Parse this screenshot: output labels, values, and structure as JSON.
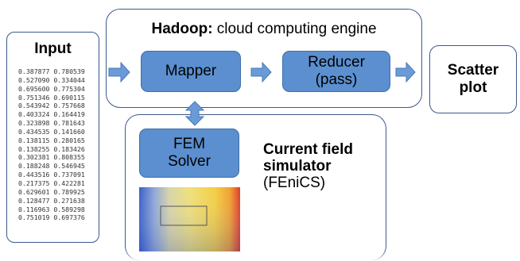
{
  "input": {
    "title": "Input",
    "rows": [
      "0.387877 0.780539",
      "0.527090 0.334044",
      "0.695600 0.775304",
      "0.751346 0.690115",
      "0.543942 0.757668",
      "0.403324 0.164419",
      "0.323898 0.781643",
      "0.434535 0.141660",
      "0.138115 0.280165",
      "0.138255 0.183426",
      "0.302381 0.808355",
      "0.188248 0.546945",
      "0.443516 0.737091",
      "0.217375 0.422281",
      "0.629601 0.789925",
      "0.128477 0.271638",
      "0.116963 0.589298",
      "0.751019 0.697376"
    ]
  },
  "hadoop": {
    "title_bold": "Hadoop:",
    "title_rest": " cloud computing engine",
    "mapper_label": "Mapper",
    "reducer_line1": "Reducer",
    "reducer_line2": "(pass)"
  },
  "output": {
    "line1": "Scatter",
    "line2": "plot"
  },
  "simulator": {
    "solver_line1": "FEM",
    "solver_line2": "Solver",
    "label_line1": "Current field",
    "label_line2": "simulator",
    "label_line3": "(FEniCS)"
  },
  "colors": {
    "node_fill": "#5b8fcf",
    "arrow_fill": "#6a9bd8",
    "border": "#3a5a8c"
  }
}
